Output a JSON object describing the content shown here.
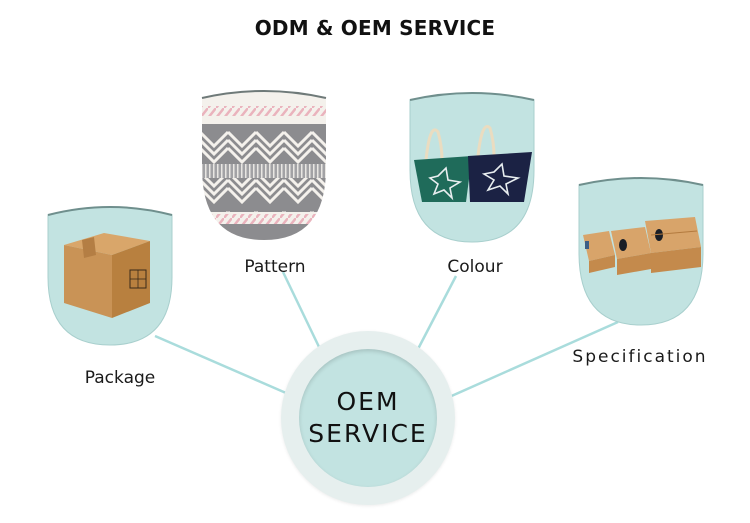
{
  "title": "ODM & OEM SERVICE",
  "hub": {
    "line1": "OEM",
    "line2": "SERVICE"
  },
  "colors": {
    "shield_fill": "#c2e3e1",
    "shield_edge": "#8fb3b1",
    "connector": "#a9dcdc",
    "hub_ring": "#e6efee",
    "hub_fill": "#c2e3e1"
  },
  "nodes": [
    {
      "id": "package",
      "label": "Package",
      "image": "cardboard-box-icon"
    },
    {
      "id": "pattern",
      "label": "Pattern",
      "image": "geometric-pattern-fabric"
    },
    {
      "id": "colour",
      "label": "Colour",
      "image": "starfish-tote-bags"
    },
    {
      "id": "specification",
      "label": "Specification",
      "image": "wooden-crates"
    }
  ]
}
